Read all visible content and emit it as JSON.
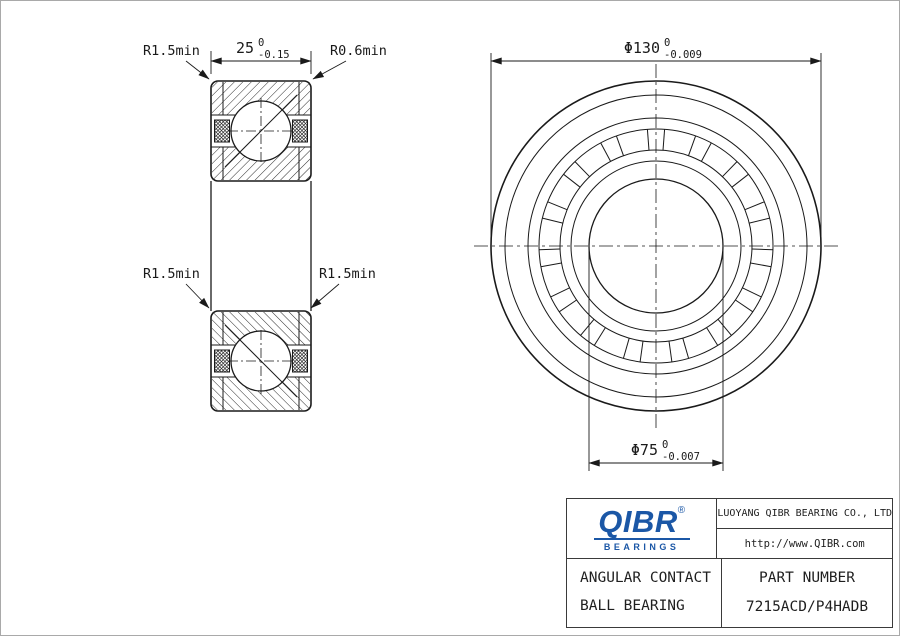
{
  "page": {
    "background": "#ffffff",
    "line_color": "#1a1a1a"
  },
  "drawing": {
    "section_view": {
      "dim_width": {
        "value": "25",
        "tol_upper": "0",
        "tol_lower": "-0.15"
      },
      "labels": {
        "top_left_radius": "R1.5min",
        "top_right_radius": "R0.6min",
        "mid_left_radius": "R1.5min",
        "mid_right_radius": "R1.5min"
      }
    },
    "front_view": {
      "dim_outer": {
        "value": "Φ130",
        "tol_upper": "0",
        "tol_lower": "-0.009"
      },
      "dim_bore": {
        "value": "Φ75",
        "tol_upper": "0",
        "tol_lower": "-0.007"
      }
    }
  },
  "title_block": {
    "logo": {
      "text": "QIBR",
      "reg": "®",
      "sub": "BEARINGS",
      "color": "#1b57a6"
    },
    "company": "LUOYANG QIBR BEARING CO., LTD",
    "website": "http://www.QIBR.com",
    "product_line1": "ANGULAR CONTACT",
    "product_line2": "BALL BEARING",
    "part_label": "PART NUMBER",
    "part_number": "7215ACD/P4HADB"
  }
}
